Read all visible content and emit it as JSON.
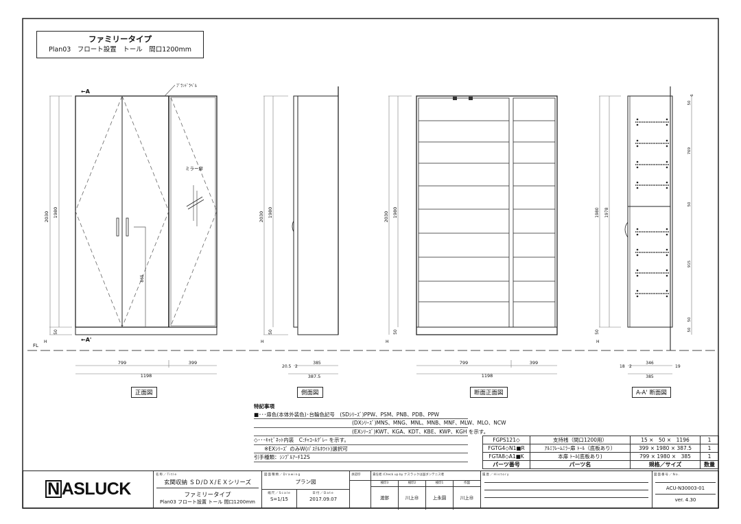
{
  "title_box": {
    "line1": "ファミリータイプ",
    "line2": "Plan03　フロート設置　トール　間口1200mm"
  },
  "front_view": {
    "label": "正面図",
    "section_mark_top": "←A",
    "section_mark_bottom": "←A'",
    "brand_label": "ﾌﾞﾗﾝﾄﾞﾗﾍﾞﾙ",
    "mirror_door": "ミラー扉",
    "dims": {
      "total_height": "2030",
      "body_height": "1980",
      "base": "50",
      "handle_height": "865",
      "left_width": "799",
      "right_width": "399",
      "total_width": "1198"
    },
    "floor_label": "FL",
    "h_mark": "H"
  },
  "side_view": {
    "label": "側面図",
    "dims": {
      "total_height": "2030",
      "body_height": "1980",
      "base": "50",
      "offset": "20.5",
      "gap": "2",
      "depth": "385",
      "total_depth": "387.5"
    },
    "h_mark": "H"
  },
  "section_front_view": {
    "label": "断面正面図",
    "dims": {
      "total_height": "2030",
      "body_height": "1980",
      "base": "50",
      "left_width": "799",
      "right_width": "399",
      "total_width": "1198"
    },
    "h_mark": "H"
  },
  "aa_section_view": {
    "label": "A-A' 断面図",
    "dims": {
      "body_height": "1980",
      "inner_height": "1978",
      "base": "50",
      "left_offset": "18",
      "gap": "2",
      "inner_depth": "346",
      "right_offset": "19",
      "total_depth": "385",
      "right": [
        "50",
        "6",
        "769",
        "50",
        "915",
        "50",
        "50"
      ]
    },
    "h_mark": "H"
  },
  "notes": {
    "heading": "特記事項",
    "rows": [
      "■･･･扉色(本体外装色)･台輪色記号　(SDｼﾘｰｽﾞ)PPW、PSM、PNB、PDB、PPW",
      "(DXｼﾘｰｽﾞ)MNS、MNG、MNL、MNB、MNF、MLW、MLO、NCW",
      "(EXｼﾘｰｽﾞ)KWT、KGA、KDT、KBE、KWP、KGH を示す。",
      "◇･･･ｷｬﾋﾞﾈｯﾄ内装　C:ﾁｬｺｰﾙｸﾞﾚｰ を示す。",
      "　　※EXｼﾘｰｽﾞ のみW(ﾊﾟｽﾃﾙﾎﾜｲﾄ)選択可",
      "引手種類：ｼﾝﾌﾟﾙｱｰﾁ12S"
    ]
  },
  "parts_table": {
    "headers": [
      "パーツ番号",
      "パーツ名",
      "規格／サイズ",
      "数量"
    ],
    "rows": [
      [
        "FGPS121◇",
        "支持桟（間口1200用）",
        "15 ×　50 ×　1196",
        "1"
      ],
      [
        "FGTG4◇N1■R",
        "ｱﾙﾐﾌﾚｰﾑﾐﾗｰ扉 ﾄｰﾙ（底板あり）",
        "399 × 1980 × 387.5",
        "1"
      ],
      [
        "FGTA8◇A1■K",
        "本扉 ﾄｰﾙ(底板あり)",
        "799 × 1980 ×　385",
        "1"
      ]
    ]
  },
  "title_block": {
    "logo": "NASLUCK",
    "title_caption": "名称／Title",
    "series": "玄関収納 ＳＤ/ＤＸ/ＥＸシリーズ",
    "subtitle1": "ファミリータイプ",
    "subtitle2": "Plan03 フロート設置 トール 間口1200mm",
    "drawing_caption": "図面種類／Drawing",
    "drawing": "プラン図",
    "scale_caption": "縮尺／Scale",
    "scale": "S=1/15",
    "date_caption": "日付／Date",
    "date": "2017.09.07",
    "approval_caption": "承認印",
    "check_caption": "責任者 /Check up by ナスラックは国ダンテニス者",
    "checkers": [
      {
        "role": "検印3",
        "name": "渡部"
      },
      {
        "role": "検印2",
        "name": "川上㊞"
      },
      {
        "role": "検印1",
        "name": "上永園"
      },
      {
        "role": "作図",
        "name": "川上㊞"
      }
    ],
    "history_caption": "履歴／History",
    "number_caption": "図面番号／No.",
    "number": "ACU-N30003-01",
    "version": "ver. 4.30"
  }
}
